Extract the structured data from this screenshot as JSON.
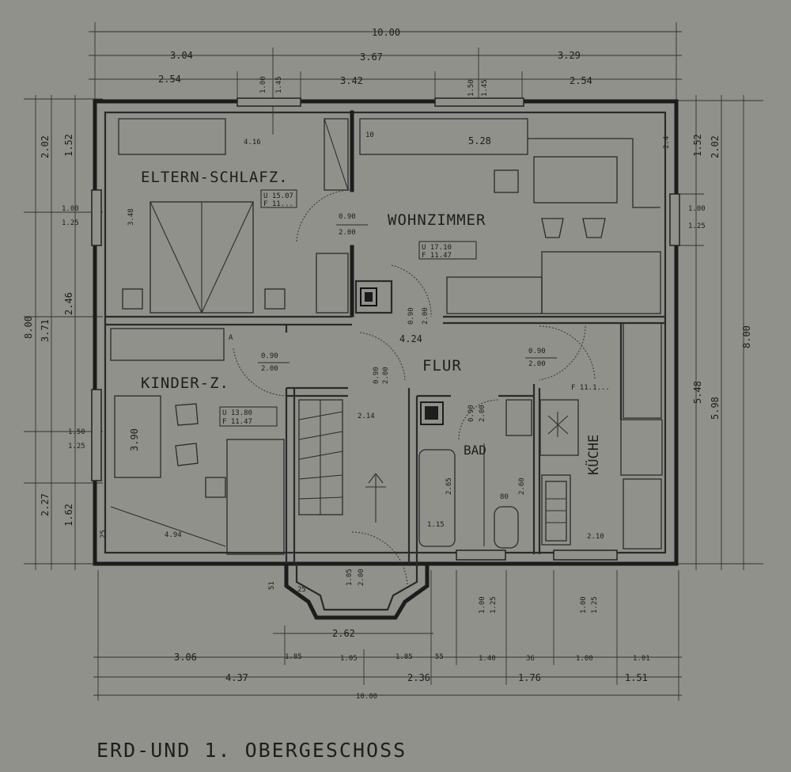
{
  "title": "ERD-UND 1. OBERGESCHOSS",
  "rooms": {
    "eltern": "ELTERN-SCHLAFZ.",
    "wohn": "WOHNZIMMER",
    "kinder": "KINDER-Z.",
    "flur": "FLUR",
    "bad": "BAD",
    "kueche": "KÜCHE"
  },
  "areas": {
    "eltern": [
      "U 15.07",
      "F 11..."
    ],
    "wohn": [
      "U 17.10",
      "F 11.47"
    ],
    "kinder": [
      "U 13.80",
      "F 11.47"
    ],
    "kueche": "F 11.1..."
  },
  "doors": {
    "eltern": [
      "0.90",
      "2.00"
    ],
    "kinder": [
      "0.90",
      "2.00"
    ],
    "flur_mid": [
      "0.90",
      "2.00"
    ],
    "kueche": [
      "0.90",
      "2.00"
    ],
    "wohn": [
      "0.90",
      "2.00"
    ],
    "bad": [
      "0.90",
      "2.00"
    ],
    "entry": [
      "1.05",
      "2.00"
    ]
  },
  "dims_top": {
    "overall": "10.00",
    "row2": [
      "3.04",
      "3.67",
      "3.29"
    ],
    "row3": [
      "2.54",
      "3.42",
      "2.54"
    ],
    "window_left": [
      "1.00",
      "1.45"
    ],
    "window_right": [
      "1.50",
      "1.45"
    ]
  },
  "dims_bottom": {
    "entry": "2.62",
    "row1": [
      "3.06",
      "1.85",
      "1.05",
      "1.85",
      "55",
      "1.40",
      "36",
      "1.00",
      "1.01"
    ],
    "row2": [
      "4.37",
      "2.36",
      "1.76",
      "1.51"
    ],
    "overall": "10.00"
  },
  "dims_left": {
    "overall": "8.00",
    "col2": [
      "2.02",
      "3.71",
      "2.27"
    ],
    "col3": [
      "1.52",
      "2.46",
      "1.62"
    ],
    "windows": [
      "1.00",
      "1.25",
      "1.50",
      "1.25"
    ]
  },
  "dims_right": {
    "overall": "8.00",
    "col2": [
      "2.02",
      "5.98"
    ],
    "col3": [
      "1.52",
      "5.48"
    ],
    "windows": [
      "1.00",
      "1.25"
    ]
  },
  "interior": {
    "eltern_width": "4.16",
    "eltern_depth": "3.48",
    "wohn_width": "5.28",
    "wohn_offset": "10",
    "wohn_depth": "2.4",
    "flur_len": "4.24",
    "kinder_width": "4.94",
    "kinder_depth": "3.90",
    "stair_width": "2.14",
    "bed_depth": "2.65",
    "bad_w": "1.15",
    "bad_d": "2.60",
    "bad_small": "80",
    "kueche_w": "2.10",
    "kueche_window": [
      "1.00",
      "1.25"
    ],
    "bad_window": [
      "1.00",
      "1.25"
    ],
    "small_dim": "25",
    "corner_mark": "A",
    "side_25": "25",
    "entry_mark": "51"
  }
}
